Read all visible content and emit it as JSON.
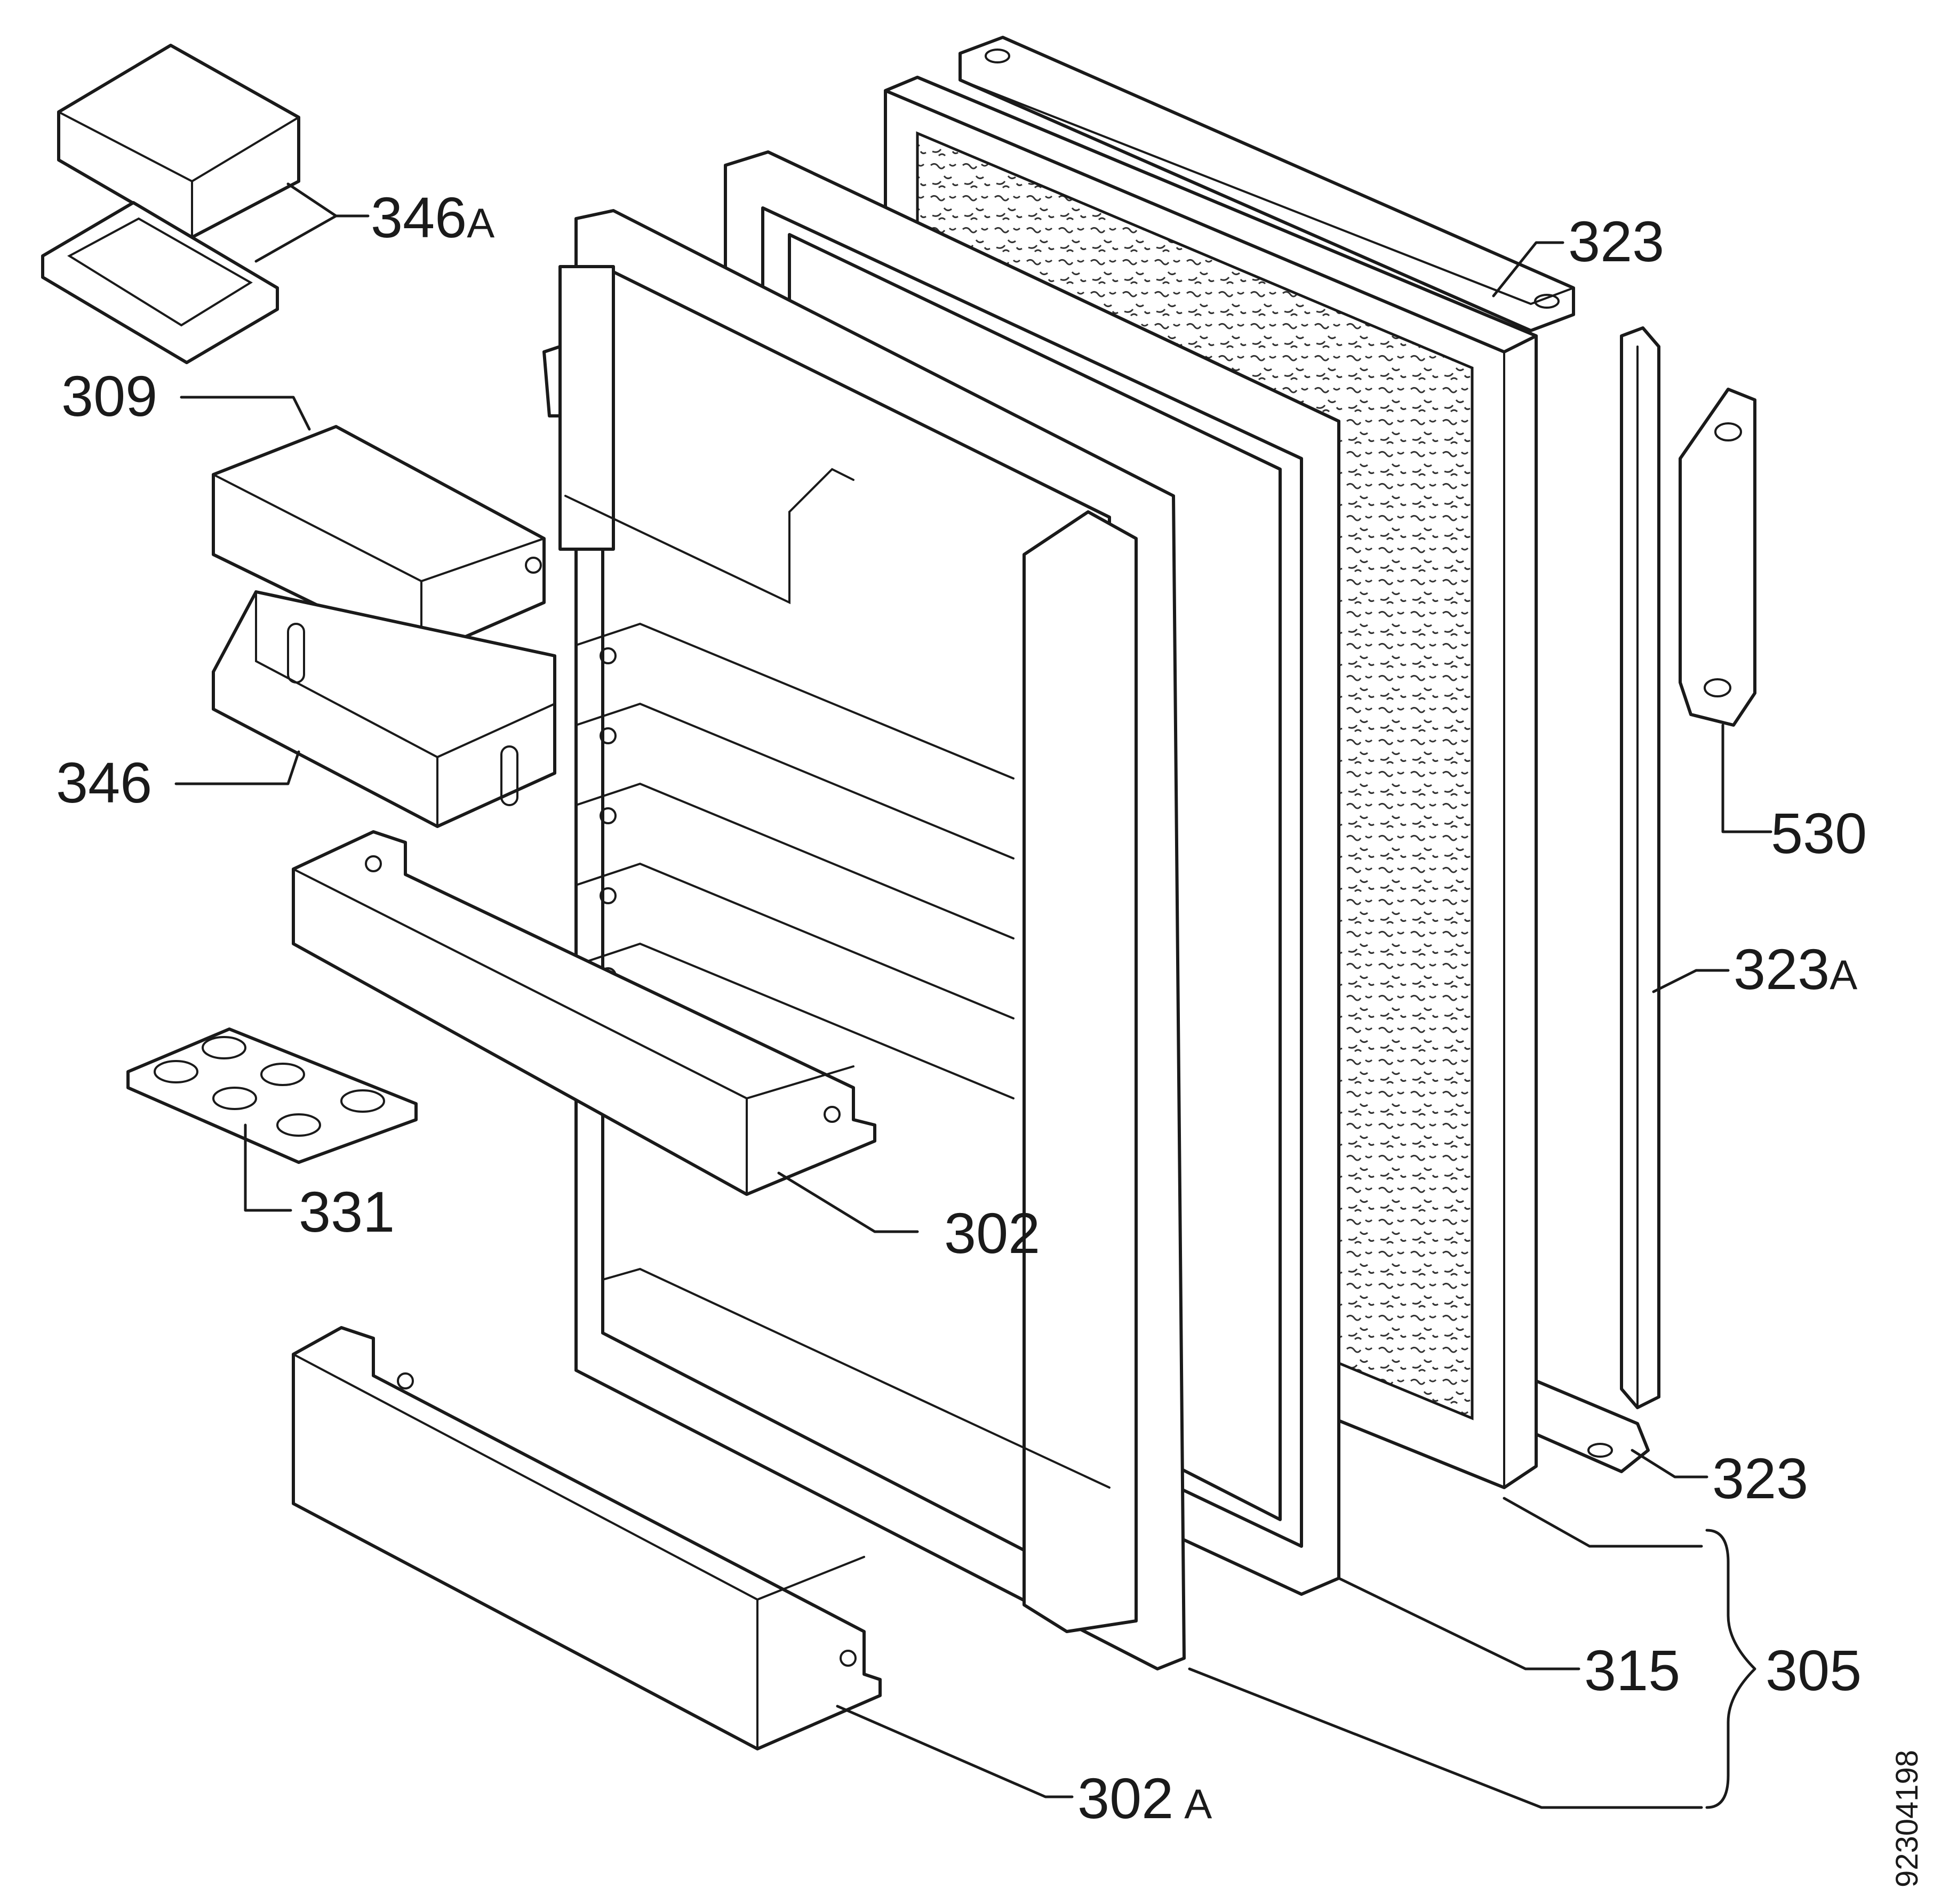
{
  "labels": {
    "l_346A": {
      "num": "346",
      "suffix": "A"
    },
    "l_309": {
      "num": "309",
      "suffix": ""
    },
    "l_346": {
      "num": "346",
      "suffix": ""
    },
    "l_331": {
      "num": "331",
      "suffix": ""
    },
    "l_302": {
      "num": "302",
      "suffix": ""
    },
    "l_302A": {
      "num": "302",
      "suffix": "A"
    },
    "l_323_top": {
      "num": "323",
      "suffix": ""
    },
    "l_323_bottom": {
      "num": "323",
      "suffix": ""
    },
    "l_530": {
      "num": "530",
      "suffix": ""
    },
    "l_323A": {
      "num": "323",
      "suffix": "A"
    },
    "l_315": {
      "num": "315",
      "suffix": ""
    },
    "l_305": {
      "num": "305",
      "suffix": ""
    }
  },
  "document_number": "92304198"
}
